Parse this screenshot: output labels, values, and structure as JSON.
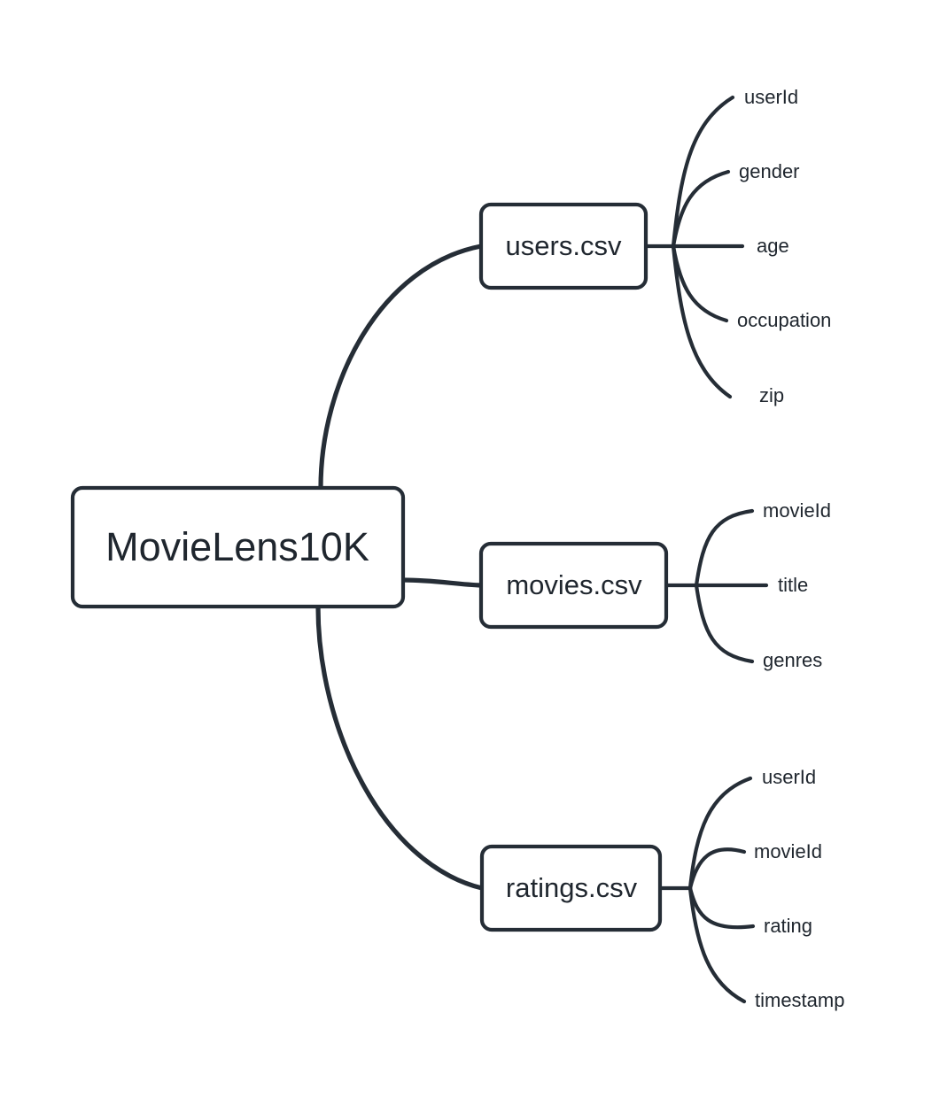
{
  "diagram": {
    "type": "mindmap",
    "background_color": "#ffffff",
    "stroke_color": "#252d36",
    "text_color": "#1f262e",
    "root": {
      "label": "MovieLens10K"
    },
    "branches": [
      {
        "id": "users",
        "label": "users.csv",
        "leaves": [
          {
            "label": "userId"
          },
          {
            "label": "gender"
          },
          {
            "label": "age"
          },
          {
            "label": "occupation"
          },
          {
            "label": "zip"
          }
        ]
      },
      {
        "id": "movies",
        "label": "movies.csv",
        "leaves": [
          {
            "label": "movieId"
          },
          {
            "label": "title"
          },
          {
            "label": "genres"
          }
        ]
      },
      {
        "id": "ratings",
        "label": "ratings.csv",
        "leaves": [
          {
            "label": "userId"
          },
          {
            "label": "movieId"
          },
          {
            "label": "rating"
          },
          {
            "label": "timestamp"
          }
        ]
      }
    ]
  }
}
